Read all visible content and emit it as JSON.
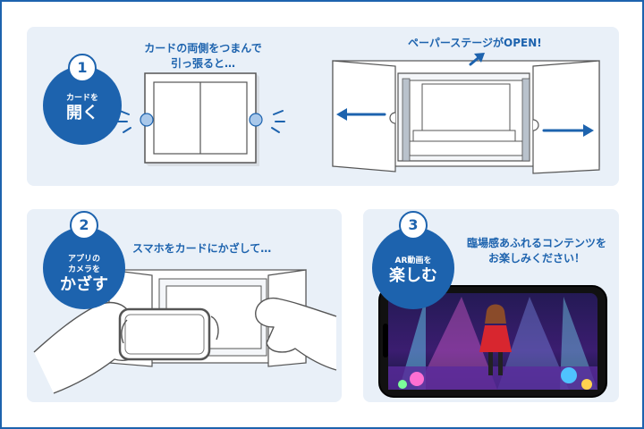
{
  "colors": {
    "accent": "#1d63ae",
    "panel": "#e9f0f8"
  },
  "step1": {
    "number": "1",
    "caption_small": "カードを",
    "caption_big": "開く",
    "instruction_line1": "カードの両側をつまんで",
    "instruction_line2": "引っ張ると…",
    "stage_label": "ペーパーステージがOPEN!"
  },
  "step2": {
    "number": "2",
    "caption_small_line1": "アプリの",
    "caption_small_line2": "カメラを",
    "caption_big": "かざす",
    "instruction": "スマホをカードにかざして…"
  },
  "step3": {
    "number": "3",
    "caption_small": "AR動画を",
    "caption_big": "楽しむ",
    "instruction_line1": "臨場感あふれるコンテンツを",
    "instruction_line2": "お楽しみください！"
  },
  "icons": [
    "arrow-left-icon",
    "arrow-right-icon",
    "arrow-up-icon",
    "hands-icon",
    "smartphone-icon"
  ]
}
